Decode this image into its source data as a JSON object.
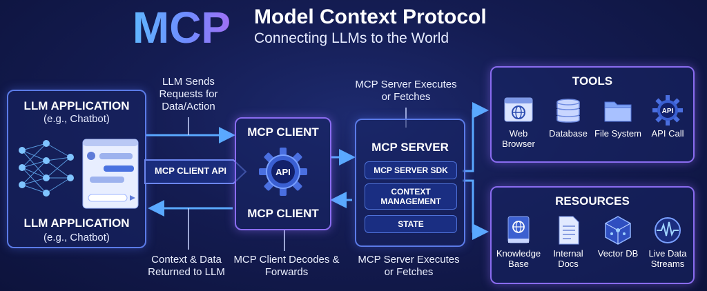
{
  "header": {
    "logo_text": "MCP",
    "title": "Model Context Protocol",
    "subtitle": "Connecting LLMs to the World"
  },
  "llm_app": {
    "top_title": "LLM APPLICATION",
    "top_sub": "(e.g., Chatbot)",
    "bottom_title": "LLM APPLICATION",
    "bottom_sub": "(e.g., Chatbot)"
  },
  "client_api_label": "MCP CLIENT API",
  "mcp_client": {
    "top_label": "MCP CLIENT",
    "gear_label": "API",
    "bottom_label": "MCP CLIENT"
  },
  "mcp_server": {
    "title": "MCP SERVER",
    "items": [
      "MCP SERVER SDK",
      "CONTEXT MANAGEMENT",
      "STATE"
    ]
  },
  "notes": {
    "llm_sends": "LLM Sends Requests for Data/Action",
    "server_top": "MCP Server Executes or Fetches",
    "context_returned": "Context & Data Returned to LLM",
    "client_decodes": "MCP Client Decodes & Forwards",
    "server_bottom": "MCP Server Executes or Fetches"
  },
  "tools": {
    "title": "TOOLS",
    "items": [
      {
        "label": "Web Browser",
        "icon": "web-browser-icon"
      },
      {
        "label": "Database",
        "icon": "database-icon"
      },
      {
        "label": "File System",
        "icon": "folder-icon"
      },
      {
        "label": "API Call",
        "icon": "api-gear-icon",
        "icon_text": "API"
      }
    ]
  },
  "resources": {
    "title": "RESOURCES",
    "items": [
      {
        "label": "Knowledge Base",
        "icon": "book-globe-icon"
      },
      {
        "label": "Internal Docs",
        "icon": "document-icon"
      },
      {
        "label": "Vector DB",
        "icon": "cube-network-icon"
      },
      {
        "label": "Live Data Streams",
        "icon": "waveform-icon"
      }
    ]
  },
  "colors": {
    "background": "#141c52",
    "box_border": "#5b7be8",
    "accent_purple": "#8a6cf0",
    "arrow": "#5aa9ff",
    "logo_gradient_start": "#5fb6ff",
    "logo_gradient_end": "#a070f5"
  }
}
